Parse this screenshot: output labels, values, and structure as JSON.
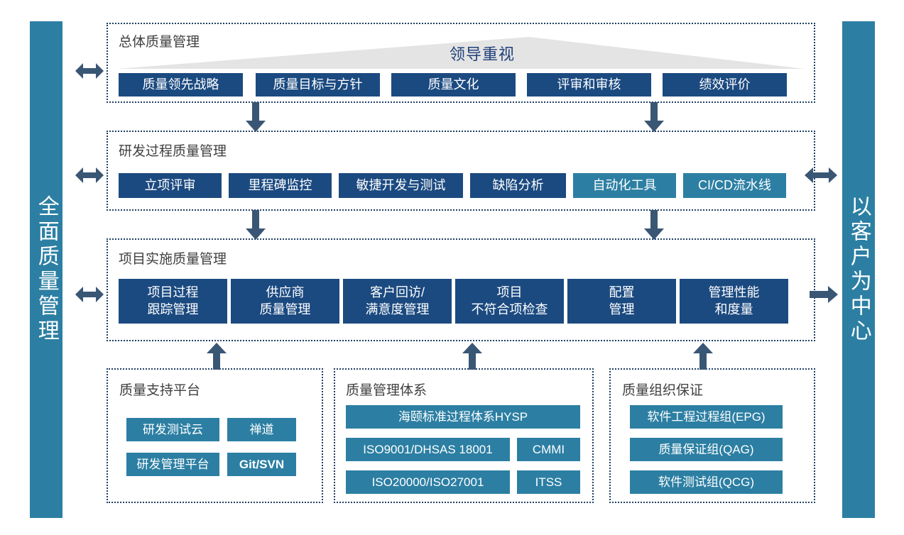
{
  "diagram": {
    "left_pillar": {
      "label": "全面质量管理"
    },
    "right_pillar": {
      "label": "以客户为中心"
    },
    "banner": {
      "label": "领导重视"
    },
    "colors": {
      "navy": "#1b4a80",
      "teal": "#2c7fa3",
      "arrow": "#3a5675",
      "border": "#1f3f63",
      "banner_fill": "#e4e4e4",
      "banner_text": "#21417a",
      "title_text": "#404040"
    },
    "sections": [
      {
        "id": "overall-quality-management",
        "title": "总体质量管理",
        "items": [
          {
            "label": "质量领先战略",
            "color": "navy"
          },
          {
            "label": "质量目标与方针",
            "color": "navy"
          },
          {
            "label": "质量文化",
            "color": "navy"
          },
          {
            "label": "评审和审核",
            "color": "navy"
          },
          {
            "label": "绩效评价",
            "color": "navy"
          }
        ]
      },
      {
        "id": "rd-process-quality-management",
        "title": "研发过程质量管理",
        "items": [
          {
            "label": "立项评审",
            "color": "navy"
          },
          {
            "label": "里程碑监控",
            "color": "navy"
          },
          {
            "label": "敏捷开发与测试",
            "color": "navy"
          },
          {
            "label": "缺陷分析",
            "color": "navy"
          },
          {
            "label": "自动化工具",
            "color": "teal"
          },
          {
            "label": "CI/CD流水线",
            "color": "teal"
          }
        ]
      },
      {
        "id": "project-implementation-quality-management",
        "title": "项目实施质量管理",
        "items": [
          {
            "label": "项目过程\n跟踪管理",
            "color": "navy"
          },
          {
            "label": "供应商\n质量管理",
            "color": "navy"
          },
          {
            "label": "客户回访/\n满意度管理",
            "color": "navy"
          },
          {
            "label": "项目\n不符合项检查",
            "color": "navy"
          },
          {
            "label": "配置\n管理",
            "color": "navy"
          },
          {
            "label": "管理性能\n和度量",
            "color": "navy"
          }
        ]
      }
    ],
    "bottom_panels": [
      {
        "id": "quality-support-platform",
        "title": "质量支持平台",
        "items": [
          {
            "label": "研发测试云",
            "color": "teal",
            "bold": false
          },
          {
            "label": "禅道",
            "color": "teal",
            "bold": false
          },
          {
            "label": "研发管理平台",
            "color": "teal",
            "bold": false
          },
          {
            "label": "Git/SVN",
            "color": "teal",
            "bold": true
          }
        ]
      },
      {
        "id": "quality-management-system",
        "title": "质量管理体系",
        "items": [
          {
            "label": "海颐标准过程体系HYSP",
            "color": "teal",
            "bold": false
          },
          {
            "label": "ISO9001/DHSAS 18001",
            "color": "teal",
            "bold": false
          },
          {
            "label": "CMMI",
            "color": "teal",
            "bold": false
          },
          {
            "label": "ISO20000/ISO27001",
            "color": "teal",
            "bold": false
          },
          {
            "label": "ITSS",
            "color": "teal",
            "bold": false
          }
        ]
      },
      {
        "id": "quality-organization-assurance",
        "title": "质量组织保证",
        "items": [
          {
            "label": "软件工程过程组(EPG)",
            "color": "teal",
            "bold": false
          },
          {
            "label": "质量保证组(QAG)",
            "color": "teal",
            "bold": false
          },
          {
            "label": "软件测试组(QCG)",
            "color": "teal",
            "bold": false
          }
        ]
      }
    ],
    "arrows": {
      "left_double": [
        "overall",
        "rd-process",
        "project-implementation"
      ],
      "right_double": [
        "rd-process"
      ],
      "right_single": [
        "project-implementation"
      ],
      "down": [
        "overall-to-rd-left",
        "overall-to-rd-right",
        "rd-to-project-left",
        "rd-to-project-right"
      ],
      "up": [
        "support-to-project",
        "system-to-project",
        "organization-to-project"
      ]
    }
  }
}
